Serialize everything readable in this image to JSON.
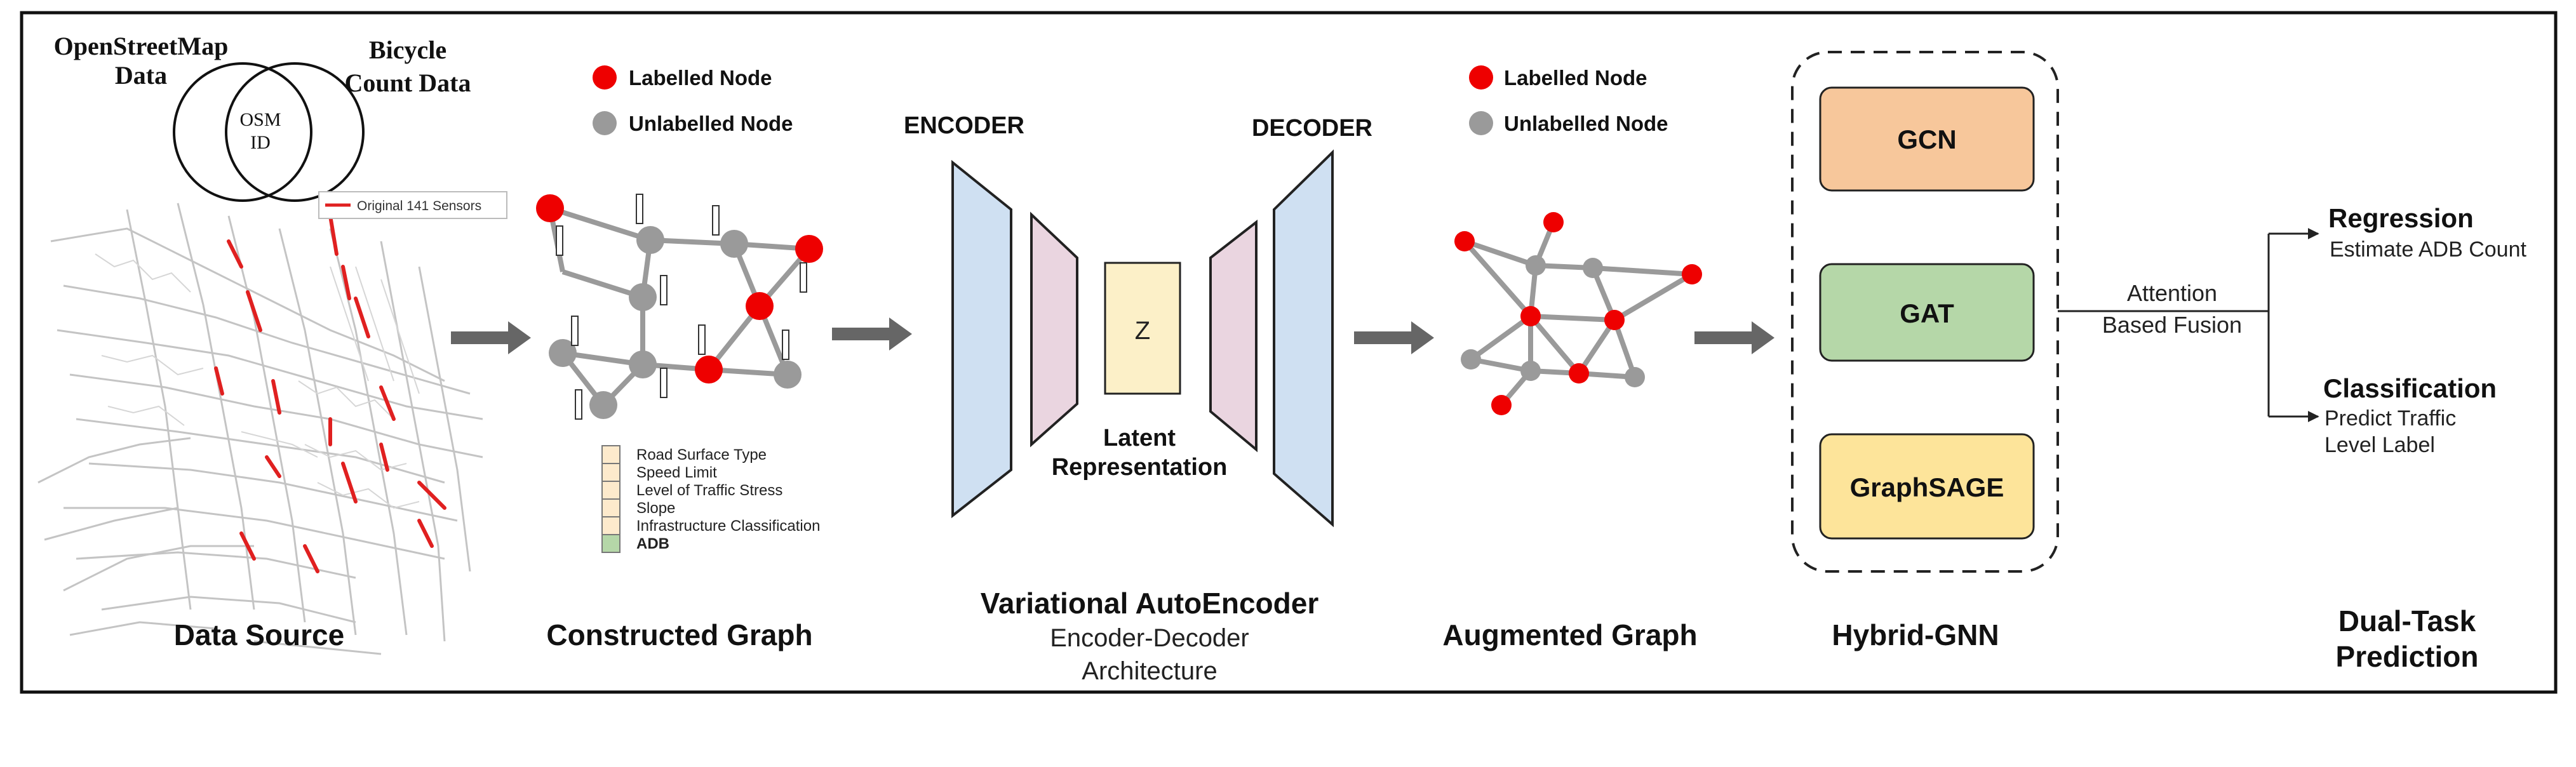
{
  "data_source": {
    "osm_label_line1": "OpenStreetMap",
    "osm_label_line2": "Data",
    "bike_label_line1": "Bicycle",
    "bike_label_line2": "Count Data",
    "venn_center_line1": "OSM",
    "venn_center_line2": "ID",
    "map_legend": "Original 141 Sensors",
    "title": "Data Source"
  },
  "constructed_graph": {
    "legend_labelled": "Labelled Node",
    "legend_unlabelled": "Unlabelled Node",
    "features": [
      "Road Surface Type",
      "Speed Limit",
      "Level of Traffic Stress",
      "Slope",
      "Infrastructure Classification",
      "ADB"
    ],
    "title": "Constructed Graph"
  },
  "vae": {
    "encoder_label": "ENCODER",
    "decoder_label": "DECODER",
    "latent_symbol": "Z",
    "latent_line1": "Latent",
    "latent_line2": "Representation",
    "title": "Variational AutoEncoder",
    "subtitle_line1": "Encoder-Decoder",
    "subtitle_line2": "Architecture"
  },
  "augmented_graph": {
    "legend_labelled": "Labelled Node",
    "legend_unlabelled": "Unlabelled Node",
    "title": "Augmented Graph"
  },
  "hybrid_gnn": {
    "models": [
      "GCN",
      "GAT",
      "GraphSAGE"
    ],
    "title": "Hybrid-GNN"
  },
  "fusion": {
    "line1": "Attention",
    "line2": "Based Fusion"
  },
  "prediction": {
    "regression_title": "Regression",
    "regression_desc": "Estimate ADB Count",
    "classification_title": "Classification",
    "classification_desc_line1": "Predict Traffic",
    "classification_desc_line2": "Level Label",
    "title_line1": "Dual-Task",
    "title_line2": "Prediction"
  },
  "colors": {
    "labelled_node": "#ee0000",
    "unlabelled_node": "#9a9a9a",
    "encoder_fill": "#cfe0f2",
    "inner_fill": "#ead5e0",
    "latent_fill": "#fcf0c8",
    "gcn_fill": "#f7c79b",
    "gat_fill": "#b5d7a8",
    "sage_fill": "#fde49a",
    "arrow": "#666666"
  }
}
